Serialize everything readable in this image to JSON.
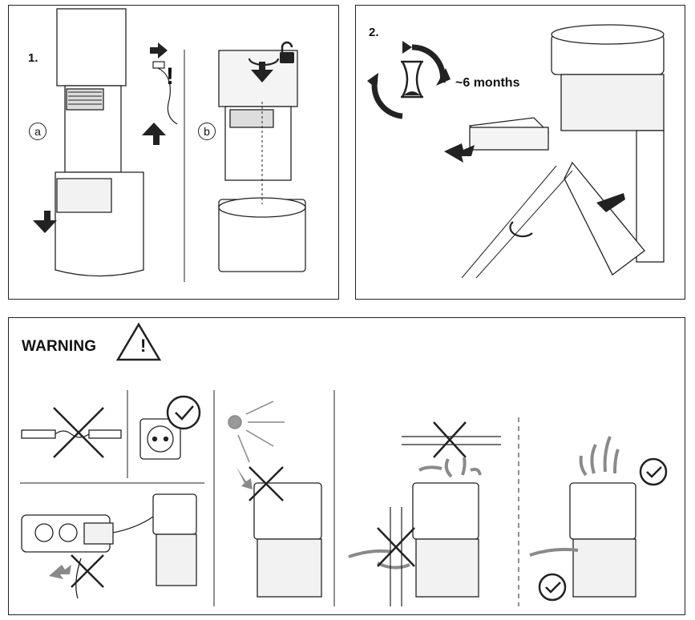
{
  "panel1": {
    "step_label": "1.",
    "sub_a": "a",
    "sub_b": "b",
    "caution_mark": "!"
  },
  "panel2": {
    "step_label": "2.",
    "interval_text": "~6 months"
  },
  "warning": {
    "title": "WARNING",
    "triangle_mark": "!"
  },
  "colors": {
    "stroke": "#222222",
    "fill_dark": "#2b2b2b",
    "fill_light": "#f2f2f2",
    "arrow_gray": "#8a8a8a"
  }
}
